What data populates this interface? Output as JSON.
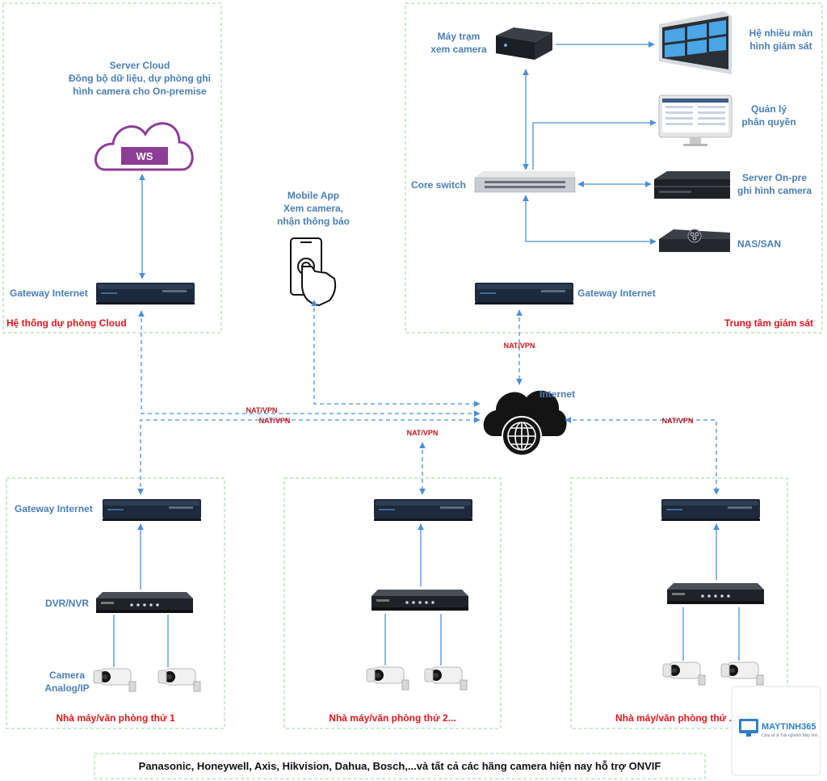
{
  "regions": {
    "cloud": "Hệ thống dự phòng Cloud",
    "center": "Trung tâm giám sát",
    "site1": "Nhà máy/văn phòng thứ 1",
    "site2": "Nhà máy/văn phòng thứ 2...",
    "site3": "Nhà máy/văn phòng thứ ...n"
  },
  "cloud_server": {
    "title": "Server Cloud",
    "line1": "Đồng bộ dữ liệu, dự phòng ghi",
    "line2": "hình camera cho On-premise",
    "badge": "WS"
  },
  "gateway_label": "Gateway Internet",
  "mobile": {
    "line1": "Mobile App",
    "line2": "Xem camera,",
    "line3": "nhận thông báo"
  },
  "center": {
    "workstation_l1": "Máy trạm",
    "workstation_l2": "xem camera",
    "videowall_l1": "Hệ nhiều màn",
    "videowall_l2": "hình giám sát",
    "mgmt_l1": "Quản lý",
    "mgmt_l2": "phân quyền",
    "core_switch": "Core switch",
    "server_l1": "Server On-pre",
    "server_l2": "ghi hình camera",
    "nas": "NAS/SAN"
  },
  "internet_label": "Internet",
  "nat_label": "NAT/VPN",
  "site": {
    "dvr": "DVR/NVR",
    "camera_l1": "Camera",
    "camera_l2": "Analog/IP"
  },
  "footer": "Panasonic, Honeywell, Axis, Hikvision, Dahua, Bosch,...và tất cả các hãng camera hiện nay hỗ trợ ONVIF",
  "watermark": {
    "brand": "MAYTINH365",
    "tagline": "Chia sẻ & Trải nghiệm Máy tính"
  },
  "colors": {
    "region_border": "#9fd09f",
    "label_blue": "#4a7fb5",
    "label_red": "#e3161b",
    "arrow": "#4a90d9",
    "cloud_purple": "#8e3d97"
  }
}
